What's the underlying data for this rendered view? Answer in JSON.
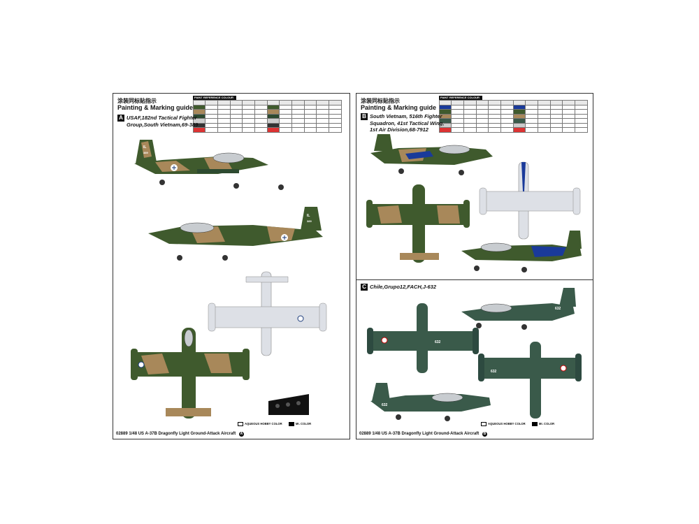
{
  "pages": [
    {
      "title_cn": "涂装同标贴指示",
      "title_en": "Painting & Marking guide",
      "table_caption": "PAINT REFERENCE COLOUR",
      "schemes": [
        {
          "letter": "A",
          "line1": "USAF,182nd Tactical Fighter",
          "line2": "Group,South Vietnam,69-389",
          "line3": ""
        }
      ],
      "legend": {
        "aqueous": "AQUEOUS HOBBY COLOR",
        "mr": "Mr. COLOR"
      },
      "footer": {
        "code": "02889",
        "scale": "1/48",
        "name": "US A-37B Dragonfly Light Ground-Attack Aircraft",
        "page": "A"
      },
      "tail_codes": [
        "IL",
        "389"
      ]
    },
    {
      "title_cn": "涂装同标贴指示",
      "title_en": "Painting & Marking guide",
      "table_caption": "PAINT REFERENCE COLOUR",
      "schemes": [
        {
          "letter": "B",
          "line1": "South Vietnam, 516th Fighter",
          "line2": "Squadron, 41st Tactical Wing,",
          "line3": "1st Air Division,68-7912"
        },
        {
          "letter": "C",
          "line1": "Chile,Grupo12,FACH,J-632",
          "line2": "",
          "line3": ""
        }
      ],
      "legend": {
        "aqueous": "AQUEOUS HOBBY COLOR",
        "mr": "Mr. COLOR"
      },
      "footer": {
        "code": "02889",
        "scale": "1/48",
        "name": "US A-37B Dragonfly Light Ground-Attack Aircraft",
        "page": "B"
      },
      "tail_codes": [
        "632"
      ]
    }
  ],
  "colors": {
    "green": "#3f5a2d",
    "tan": "#a8885a",
    "dark_green": "#2d4a30",
    "chile_green": "#3a5a4a",
    "light_grey": "#dde0e6",
    "black": "#111111"
  }
}
